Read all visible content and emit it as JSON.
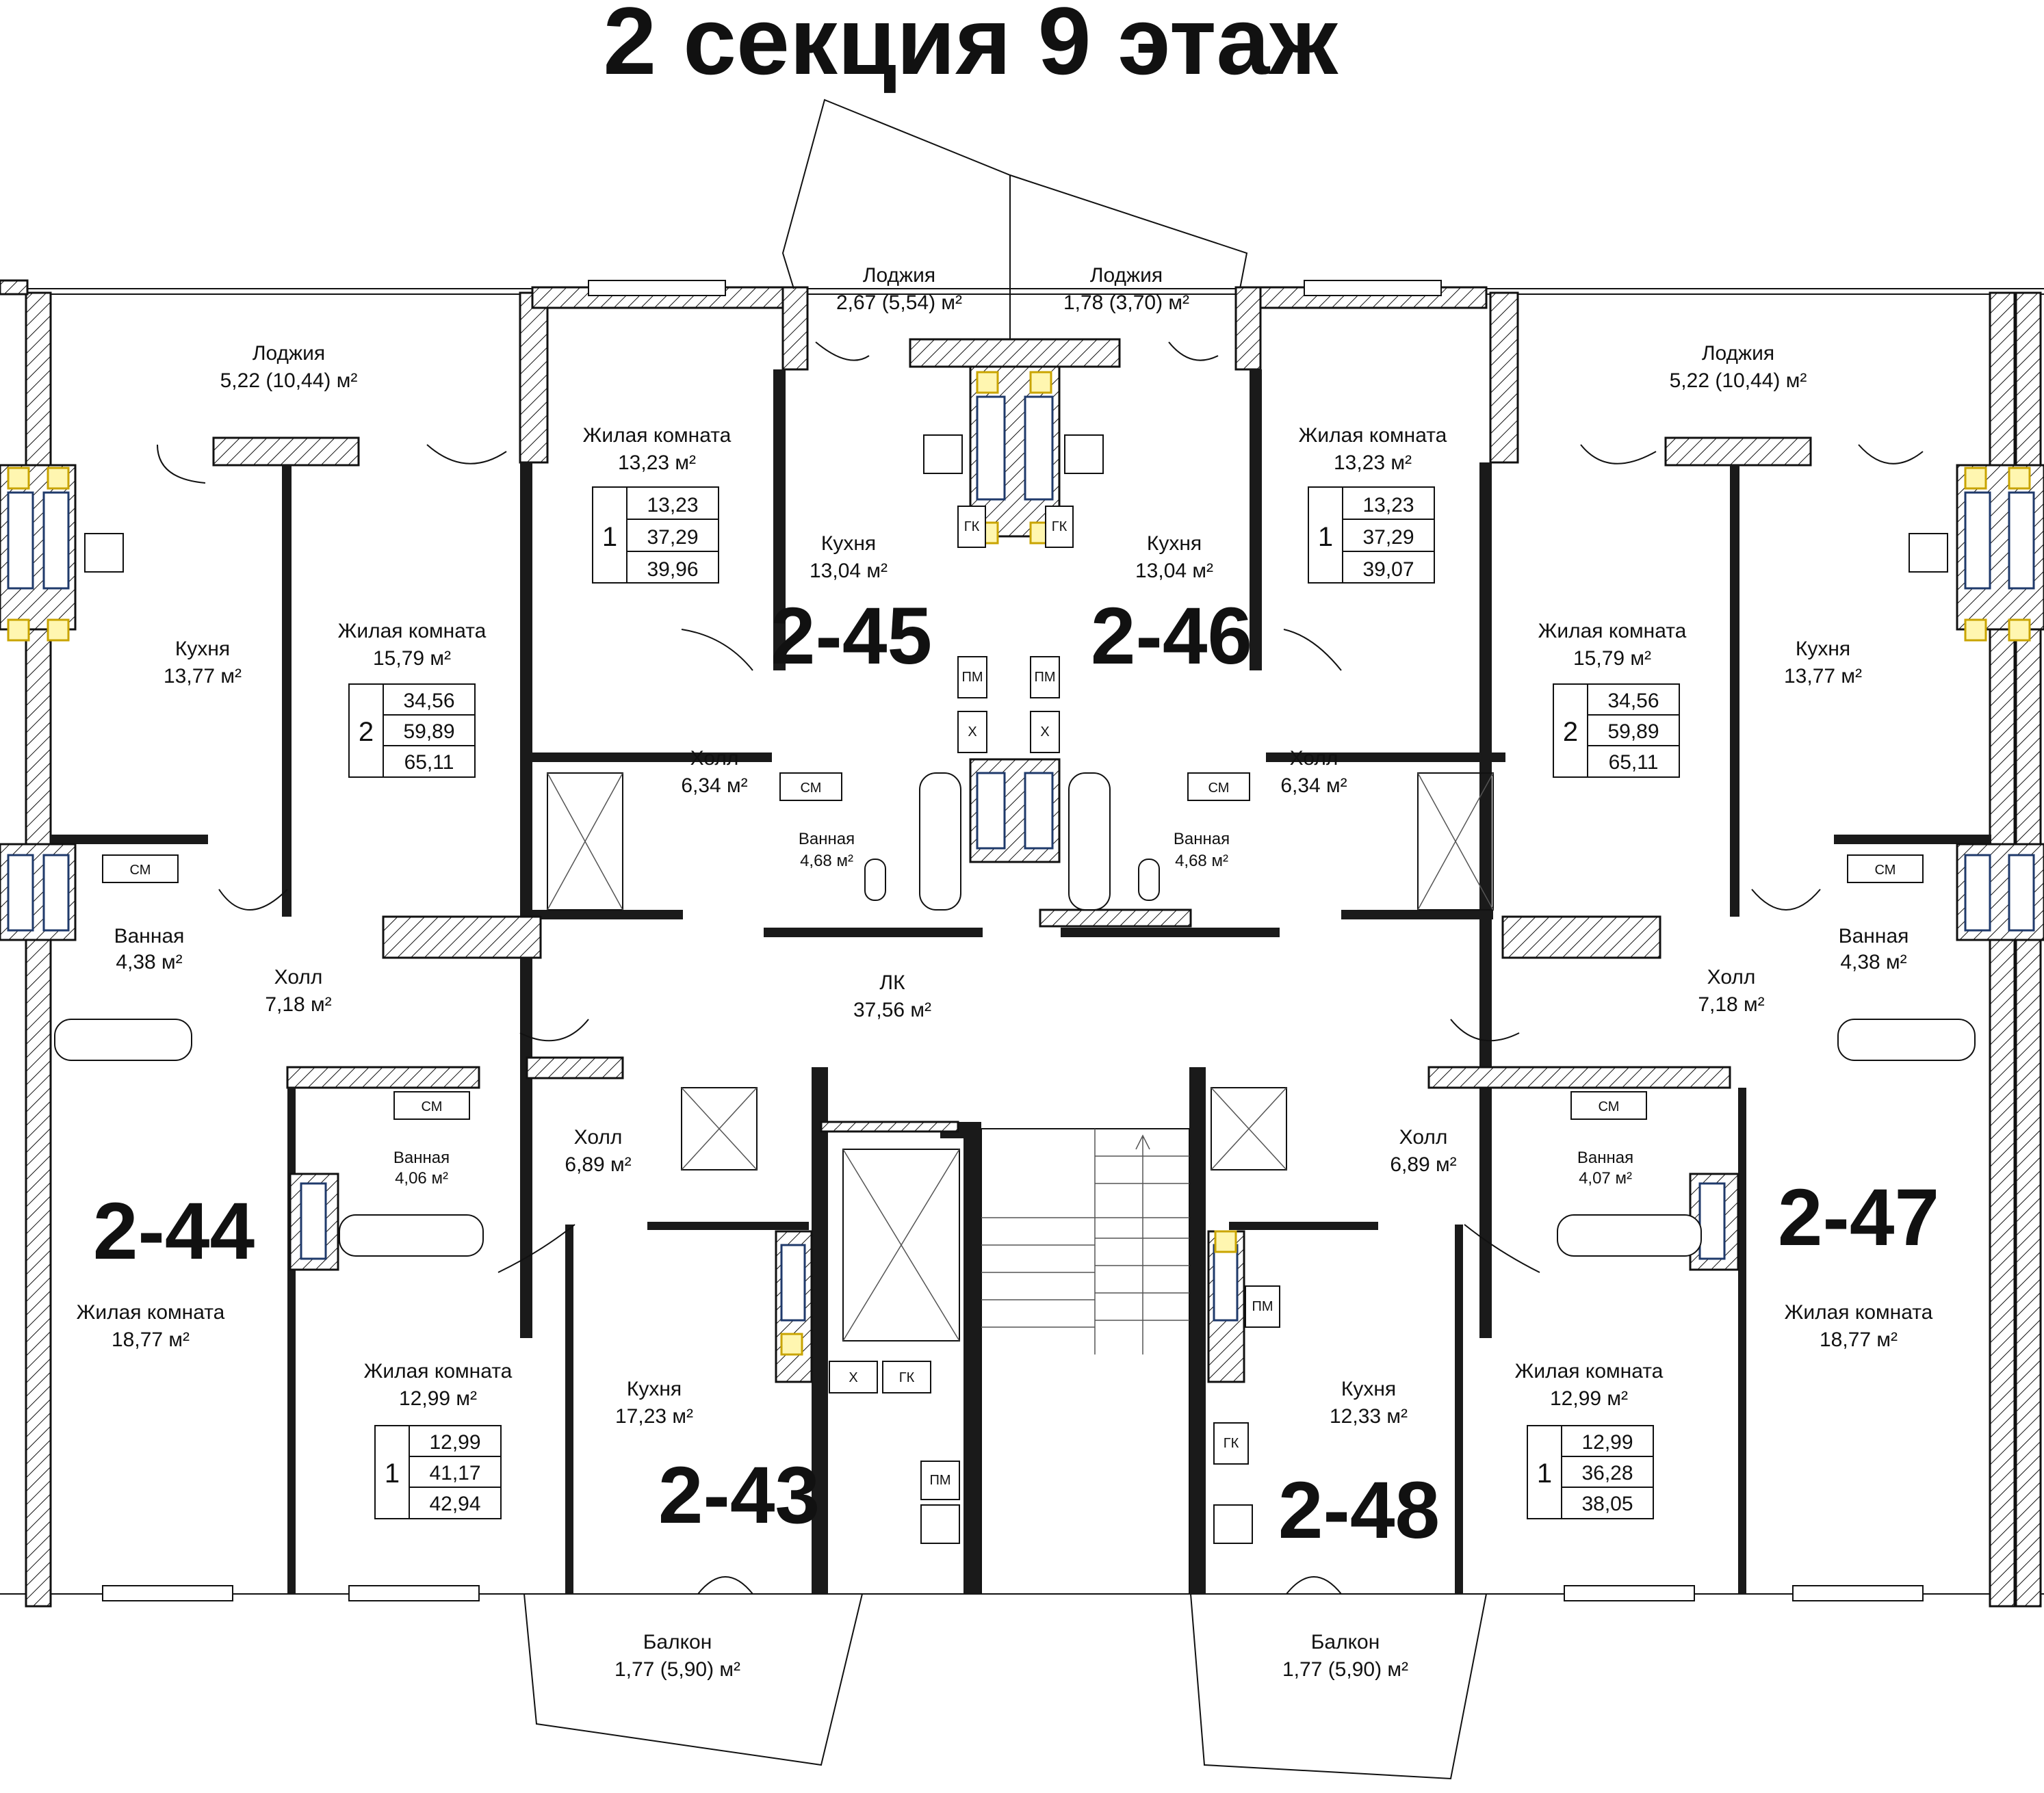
{
  "title": "2 секция 9 этаж",
  "apartments": {
    "a43": {
      "number": "2-43",
      "rooms": "1",
      "box": [
        "12,99",
        "41,17",
        "42,94"
      ]
    },
    "a44": {
      "number": "2-44"
    },
    "a45": {
      "number": "2-45",
      "rooms": "1",
      "box": [
        "13,23",
        "37,29",
        "39,96"
      ]
    },
    "a46": {
      "number": "2-46",
      "rooms": "1",
      "box": [
        "13,23",
        "37,29",
        "39,07"
      ]
    },
    "a47": {
      "number": "2-47"
    },
    "a48": {
      "number": "2-48",
      "rooms": "1",
      "box": [
        "12,99",
        "36,28",
        "38,05"
      ]
    },
    "left_two_room": {
      "rooms": "2",
      "box": [
        "34,56",
        "59,89",
        "65,11"
      ]
    },
    "right_two_room": {
      "rooms": "2",
      "box": [
        "34,56",
        "59,89",
        "65,11"
      ]
    }
  },
  "rooms": {
    "loggia_left": {
      "name": "Лоджия",
      "area": "5,22 (10,44) м²"
    },
    "loggia_45": {
      "name": "Лоджия",
      "area": "2,67 (5,54) м²"
    },
    "loggia_46": {
      "name": "Лоджия",
      "area": "1,78 (3,70) м²"
    },
    "loggia_right": {
      "name": "Лоджия",
      "area": "5,22 (10,44) м²"
    },
    "living_45": {
      "name": "Жилая комната",
      "area": "13,23 м²"
    },
    "living_46": {
      "name": "Жилая комната",
      "area": "13,23 м²"
    },
    "living_left": {
      "name": "Жилая комната",
      "area": "15,79 м²"
    },
    "living_right": {
      "name": "Жилая комната",
      "area": "15,79 м²"
    },
    "kitchen_left": {
      "name": "Кухня",
      "area": "13,77 м²"
    },
    "kitchen_right": {
      "name": "Кухня",
      "area": "13,77 м²"
    },
    "kitchen_45": {
      "name": "Кухня",
      "area": "13,04 м²"
    },
    "kitchen_46": {
      "name": "Кухня",
      "area": "13,04 м²"
    },
    "hall_45": {
      "name": "Холл",
      "area": "6,34 м²"
    },
    "hall_46": {
      "name": "Холл",
      "area": "6,34 м²"
    },
    "bath_45": {
      "name": "Ванная",
      "area": "4,68 м²"
    },
    "bath_46": {
      "name": "Ванная",
      "area": "4,68 м²"
    },
    "bath_left": {
      "name": "Ванная",
      "area": "4,38 м²"
    },
    "bath_right": {
      "name": "Ванная",
      "area": "4,38 м²"
    },
    "hall_left": {
      "name": "Холл",
      "area": "7,18 м²"
    },
    "hall_right": {
      "name": "Холл",
      "area": "7,18 м²"
    },
    "lk": {
      "name": "ЛК",
      "area": "37,56 м²"
    },
    "hall_43": {
      "name": "Холл",
      "area": "6,89 м²"
    },
    "hall_48": {
      "name": "Холл",
      "area": "6,89 м²"
    },
    "bath_43": {
      "name": "Ванная",
      "area": "4,06 м²"
    },
    "bath_48": {
      "name": "Ванная",
      "area": "4,07 м²"
    },
    "living_44": {
      "name": "Жилая комната",
      "area": "18,77 м²"
    },
    "living_47": {
      "name": "Жилая комната",
      "area": "18,77 м²"
    },
    "living_43": {
      "name": "Жилая комната",
      "area": "12,99 м²"
    },
    "living_48": {
      "name": "Жилая комната",
      "area": "12,99 м²"
    },
    "kitchen_43": {
      "name": "Кухня",
      "area": "17,23 м²"
    },
    "kitchen_48": {
      "name": "Кухня",
      "area": "12,33 м²"
    },
    "balcony_43": {
      "name": "Балкон",
      "area": "1,77 (5,90) м²"
    },
    "balcony_48": {
      "name": "Балкон",
      "area": "1,77 (5,90) м²"
    }
  },
  "fixture_labels": {
    "washer": "СМ",
    "dishwasher": "ПМ",
    "fridge": "Х",
    "cabinet": "ГК"
  },
  "colors": {
    "wall": "#1a1a1a",
    "shaft_outline": "#1f3a6b",
    "shaft_yellow": "#fff6b0"
  }
}
